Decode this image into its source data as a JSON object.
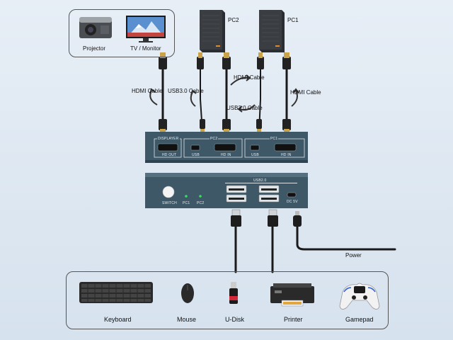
{
  "output_devices": {
    "projector": "Projector",
    "tv_monitor": "TV / Monitor"
  },
  "computers": {
    "pc2": "PC2",
    "pc1": "PC1"
  },
  "cables": {
    "hdmi_left": "HDMI Cable",
    "usb_left": "USB3.0 Cable",
    "hdmi_mid": "HDMI Cable",
    "usb_mid": "USB3.0 Cable",
    "hdmi_right": "HDMI Cable",
    "power": "Power"
  },
  "switch_top": {
    "displayer": "DISPLAYER",
    "hd_out": "HD OUT",
    "pc2": "PC2",
    "pc1": "PC1",
    "usb_pc2": "USB",
    "hd_in_pc2": "HD IN",
    "usb_pc1": "USB",
    "hd_in_pc1": "HD IN"
  },
  "switch_front": {
    "usb_header": "USB2.0",
    "switch": "SWITCH",
    "led_pc1": "PC1",
    "led_pc2": "PC2",
    "dc": "DC 5V"
  },
  "peripherals": {
    "keyboard": "Keyboard",
    "mouse": "Mouse",
    "udisk": "U-Disk",
    "printer": "Printer",
    "gamepad": "Gamepad"
  },
  "colors": {
    "switch_body": "#3e5868",
    "switch_dark": "#2c4452",
    "cable": "#1a1a1a",
    "connector_gold": "#c9a24a",
    "led_green": "#35e05a"
  }
}
